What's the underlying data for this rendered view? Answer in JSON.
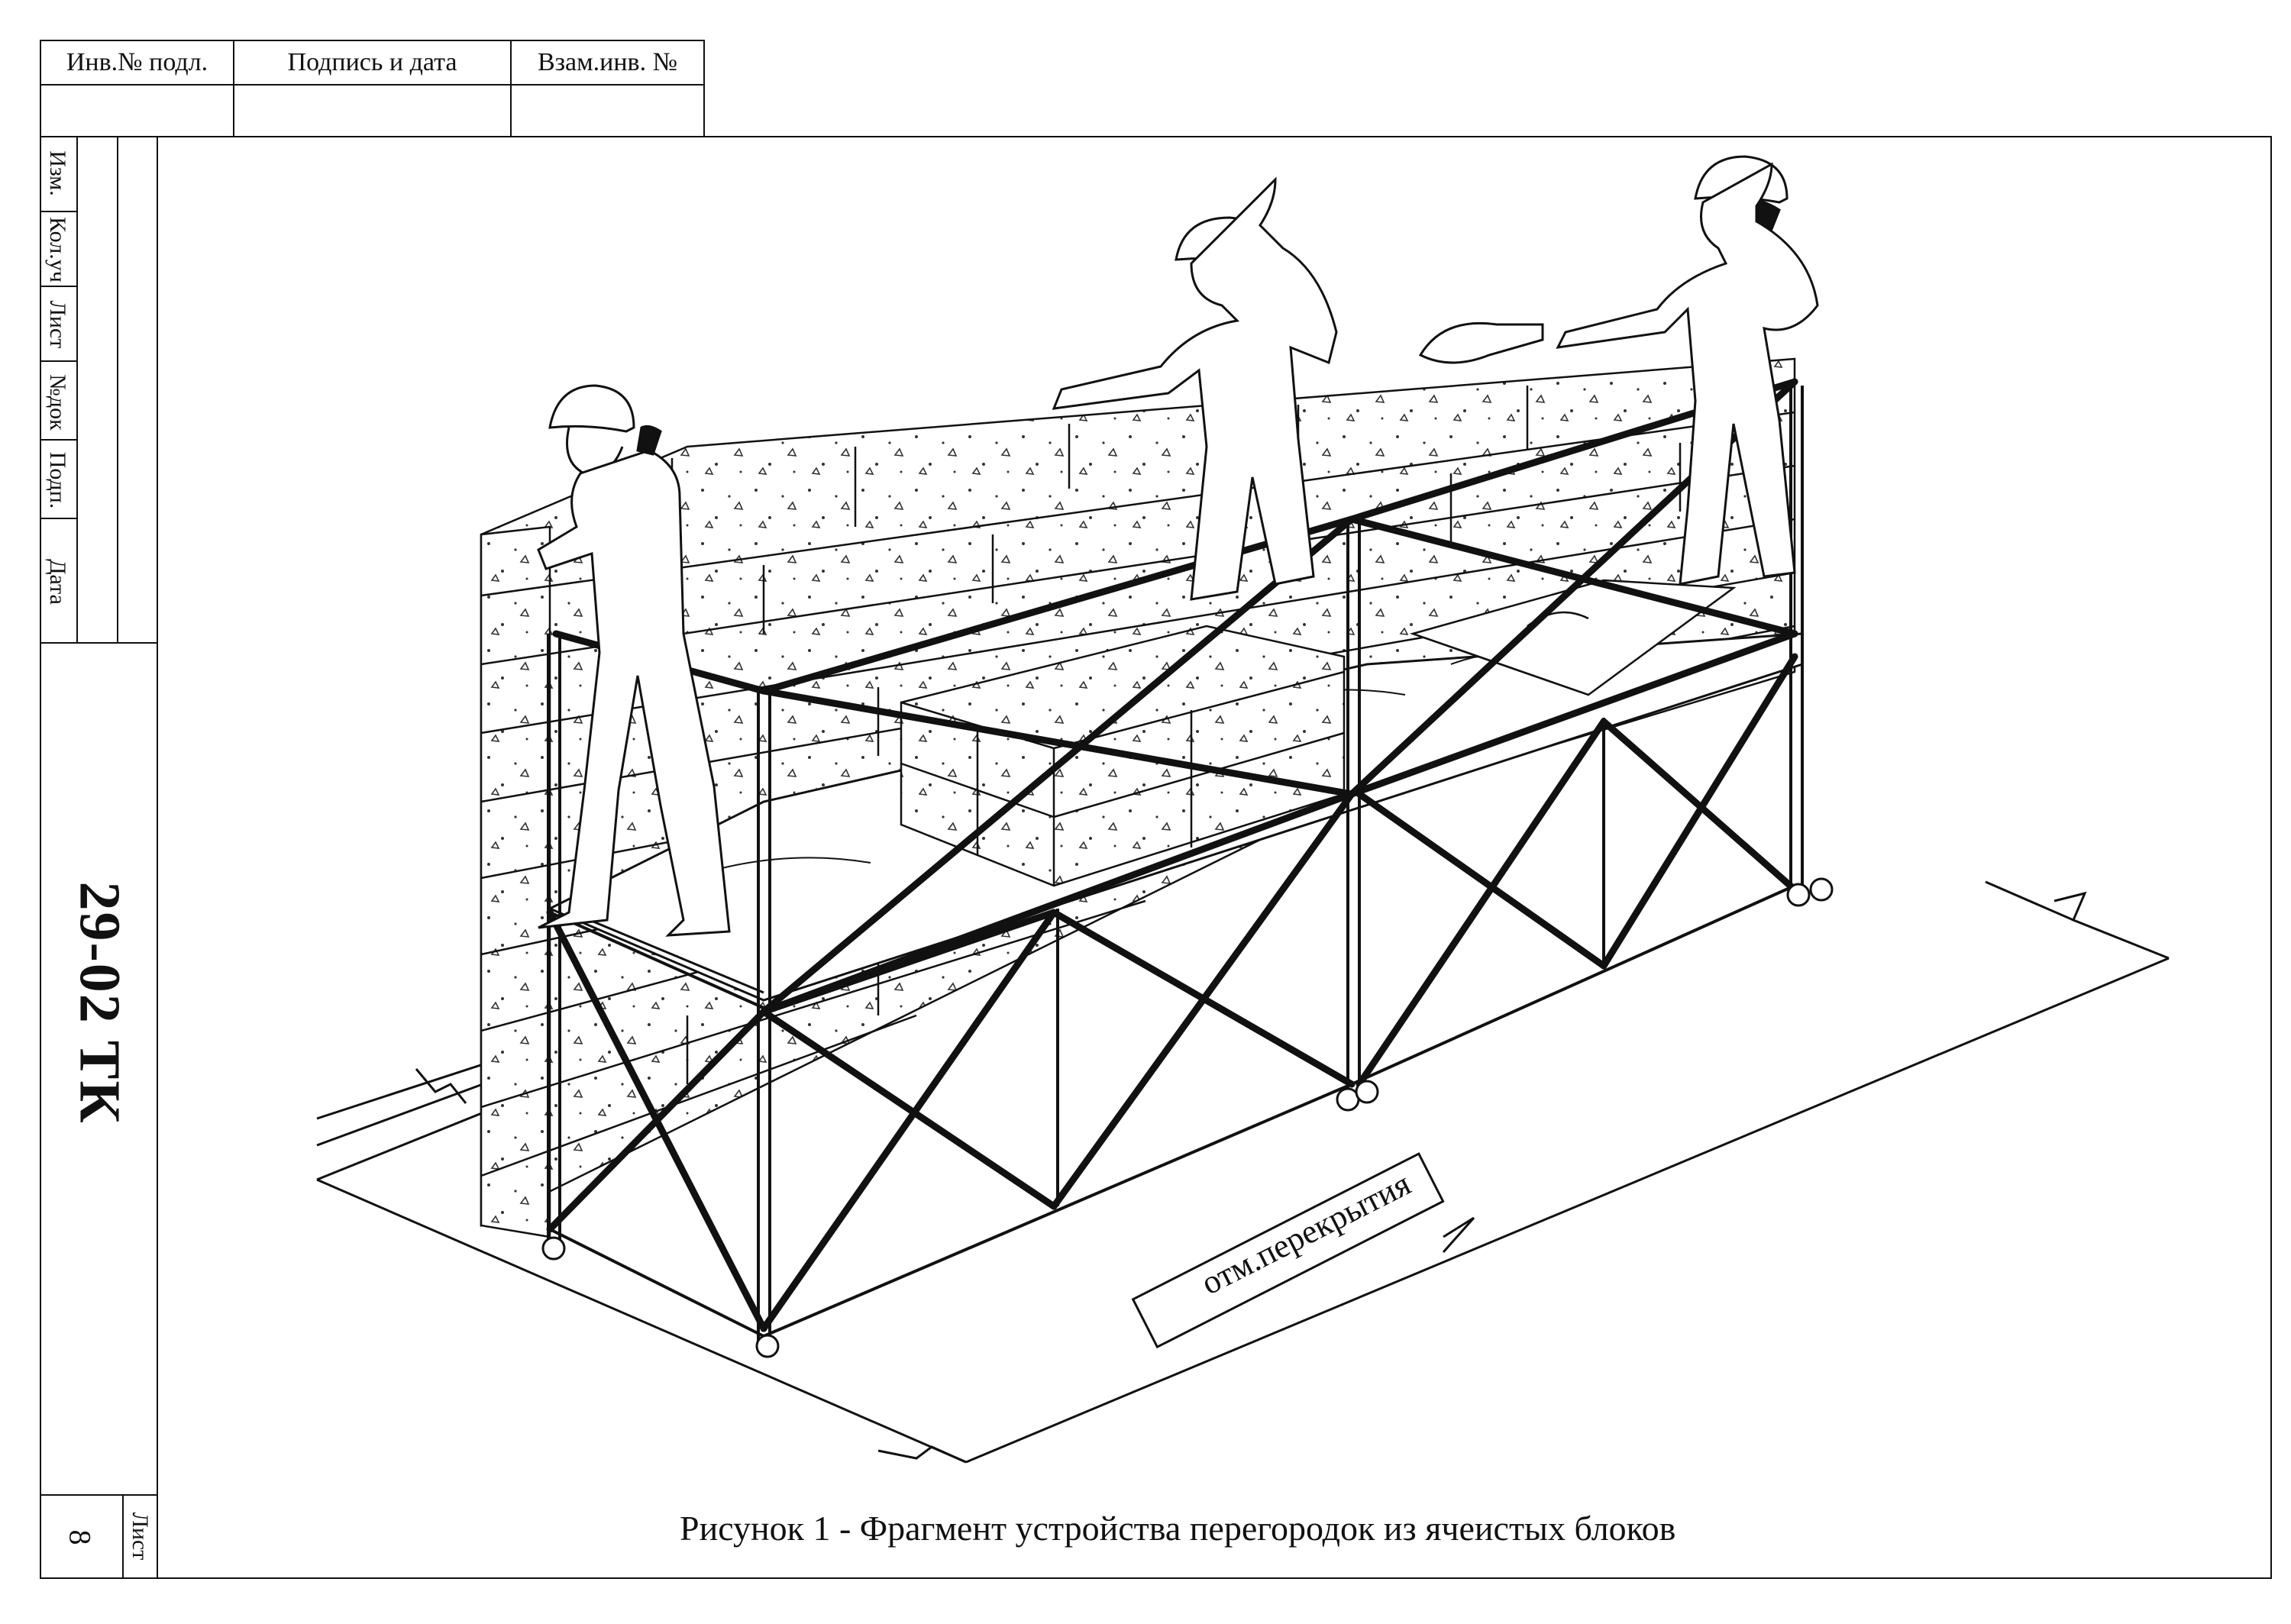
{
  "stamp_top": {
    "col1": "Инв.№ подл.",
    "col2": "Подпись и дата",
    "col3": "Взам.инв. №"
  },
  "side_stamp": {
    "rows": [
      "Изм.",
      "Кол.уч",
      "Лист",
      "№док",
      "Подп.",
      "Дата"
    ],
    "document_code": "29-02 ТК",
    "sheet_label": "Лист",
    "sheet_number": "8"
  },
  "drawing": {
    "floor_label": "отм.перекрытия",
    "caption": "Рисунок 1 - Фрагмент устройства перегородок из ячеистых блоков"
  }
}
